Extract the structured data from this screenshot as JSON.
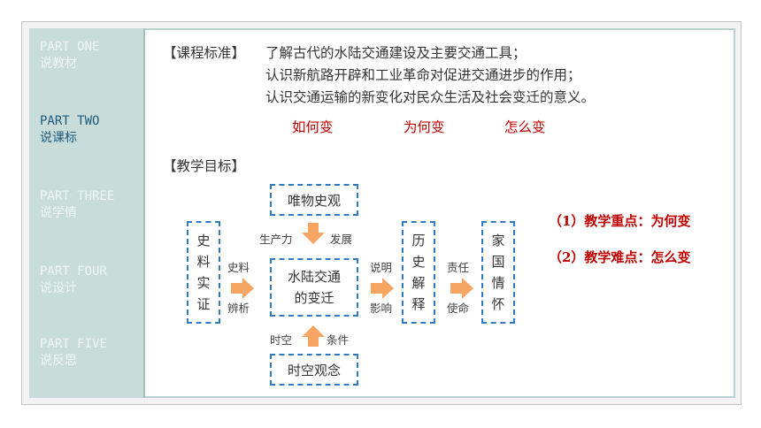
{
  "sidebar": {
    "items": [
      {
        "en": "PART ONE",
        "zh": "说教材"
      },
      {
        "en": "PART TWO",
        "zh": "说课标"
      },
      {
        "en": "PART THREE",
        "zh": "说学情"
      },
      {
        "en": "PART FOUR",
        "zh": "说设计"
      },
      {
        "en": "PART FIVE",
        "zh": "说反思"
      }
    ]
  },
  "standard": {
    "label": "【课程标准】",
    "lines": [
      "了解古代的水陆交通建设及主要交通工具；",
      "认识新航路开辟和工业革命对促进交通进步的作用；",
      "认识交通运输的新变化对民众生活及社会变迁的意义。"
    ],
    "questions": [
      "如何变",
      "为何变",
      "怎么变"
    ]
  },
  "goals": {
    "label": "【教学目标】",
    "top_box": "唯物史观",
    "center_box_line1": "水陆交通",
    "center_box_line2": "的变迁",
    "bottom_box": "时空观念",
    "left_box_chars": [
      "史",
      "料",
      "实",
      "证"
    ],
    "mid_box_chars": [
      "历",
      "史",
      "解",
      "释"
    ],
    "right_box_chars": [
      "家",
      "国",
      "情",
      "怀"
    ],
    "top_left_label": "生产力",
    "top_right_label": "发展",
    "bottom_left_label": "时空",
    "bottom_right_label": "条件",
    "arrow1_top": "史料",
    "arrow1_bottom": "辨析",
    "arrow2_top": "说明",
    "arrow2_bottom": "影响",
    "arrow3_top": "责任",
    "arrow3_bottom": "使命",
    "key_point": "（1）教学重点：为何变",
    "difficult_point": "（2）教学难点：怎么变"
  },
  "colors": {
    "accent_red": "#c00000",
    "box_border": "#2e7ac3",
    "arrow_orange": "#f6a563",
    "sidebar_bg": "#c8ddd9",
    "active_nav": "#1e5a7c"
  }
}
